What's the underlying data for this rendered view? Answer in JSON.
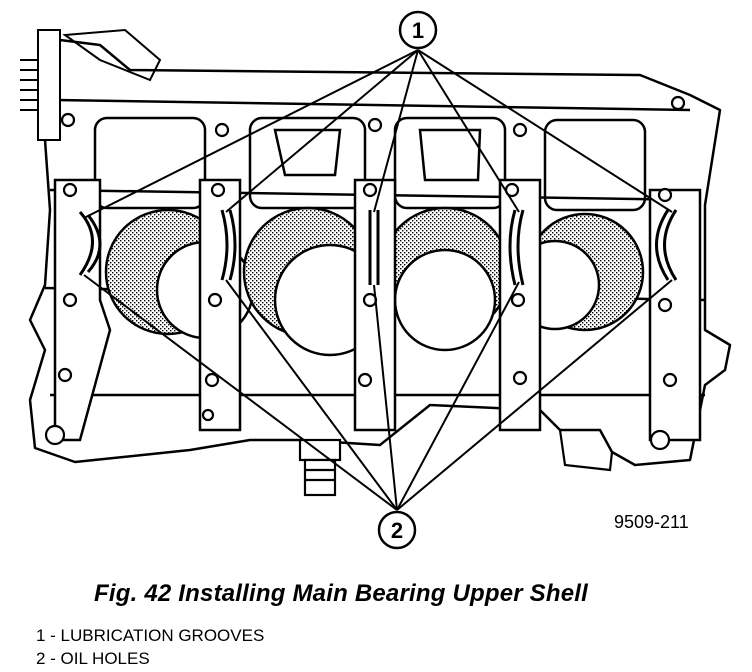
{
  "callouts": [
    {
      "number": "1"
    },
    {
      "number": "2"
    }
  ],
  "figure_code": "9509-211",
  "caption": "Fig. 42 Installing Main Bearing Upper Shell",
  "legend": [
    "1 - LUBRICATION GROOVES",
    "2 - OIL HOLES"
  ],
  "colors": {
    "ink": "#000000",
    "background": "#ffffff"
  }
}
